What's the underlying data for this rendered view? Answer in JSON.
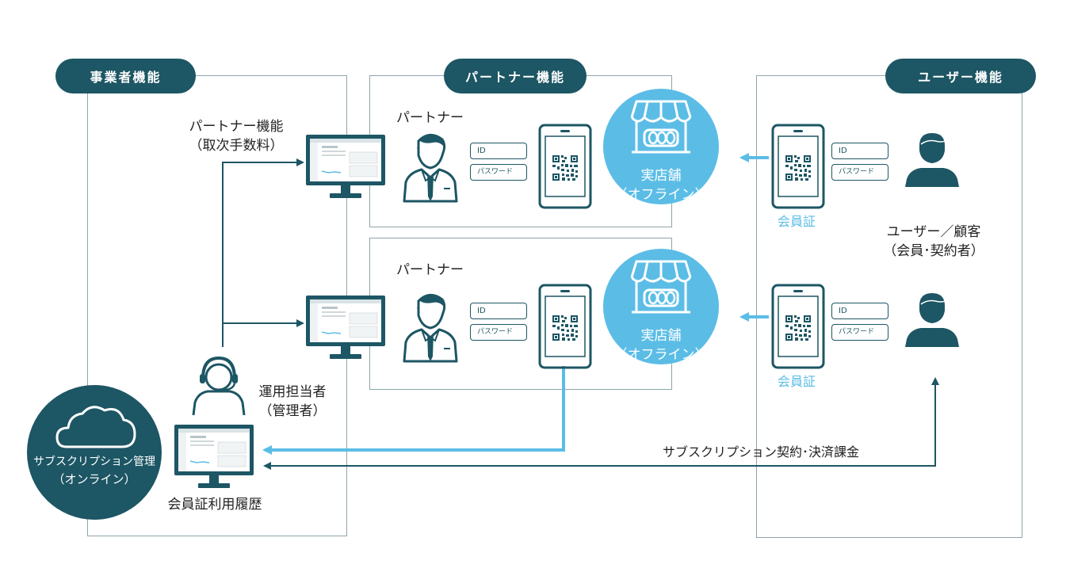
{
  "sections": {
    "business": {
      "title": "事業者機能"
    },
    "partner": {
      "title": "パートナー機能"
    },
    "user": {
      "title": "ユーザー機能"
    }
  },
  "labels": {
    "partner_function_line1": "パートナー機能",
    "partner_function_line2": "（取次手数料）",
    "partner_top": "パートナー",
    "partner_bottom": "パートナー",
    "operator_line1": "運用担当者",
    "operator_line2": "（管理者）",
    "member_history": "会員証利用履歴",
    "subscription_mgmt_line1": "サブスクリプション管理",
    "subscription_mgmt_line2": "（オンライン）",
    "store_line1": "実店舗",
    "store_line2": "（オフライン）",
    "member_card": "会員証",
    "user_customer_line1": "ユーザー／顧客",
    "user_customer_line2": "（会員･契約者）",
    "subscription_contract": "サブスクリプション契約･決済課金"
  },
  "fields": {
    "id": "ID",
    "password": "パスワード"
  },
  "colors": {
    "dark_teal": "#1d5664",
    "light_blue": "#5bbde6",
    "panel_border": "#8fa4ab"
  }
}
